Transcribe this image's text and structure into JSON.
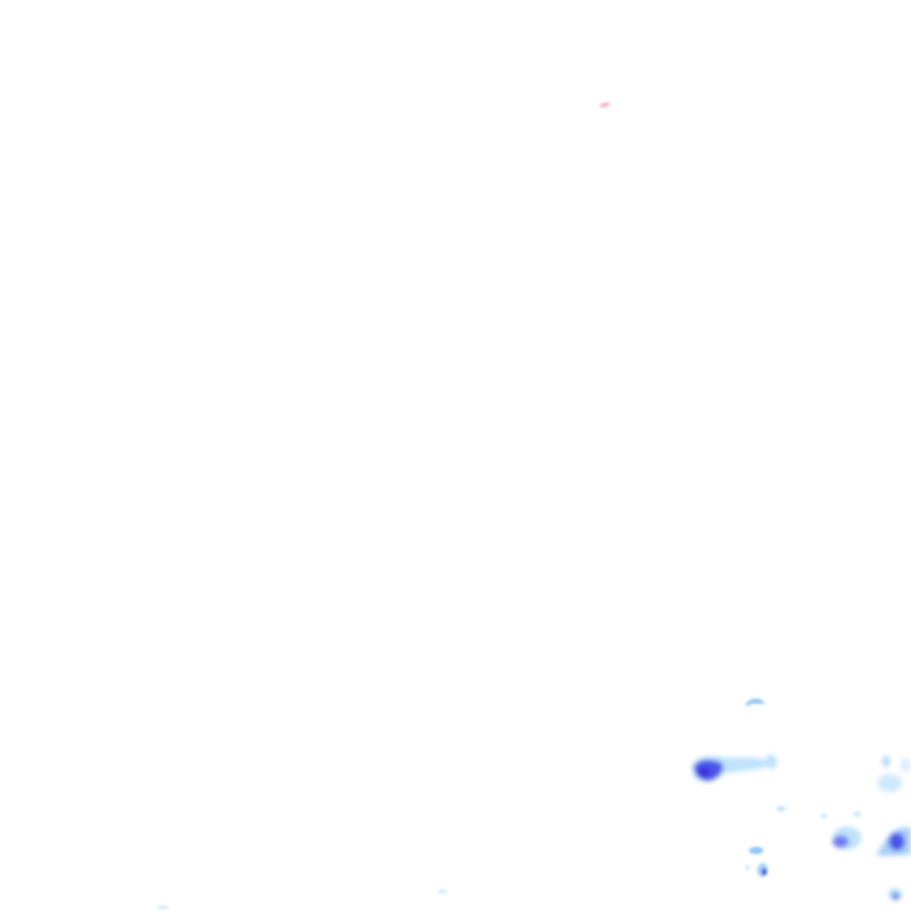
{
  "map": {
    "layer": "precipitation-radar-overlay",
    "background_color": "#ffffff",
    "palette": {
      "light": "#bfe3fb",
      "medium": "#7fb8f2",
      "heavy": "#4a55e8",
      "core": "#3a2fe0",
      "trace_pink": "#f4a6bf"
    },
    "echoes": [
      {
        "name": "echo-main-band",
        "intensity": "heavy"
      },
      {
        "name": "echo-north-arc",
        "intensity": "light"
      },
      {
        "name": "echo-east-cluster",
        "intensity": "light"
      },
      {
        "name": "echo-central-cell",
        "intensity": "heavy"
      },
      {
        "name": "echo-southeast-cell",
        "intensity": "heavy"
      },
      {
        "name": "echo-south-small-cells",
        "intensity": "medium"
      },
      {
        "name": "echo-pink-trace",
        "intensity": "trace"
      }
    ]
  }
}
